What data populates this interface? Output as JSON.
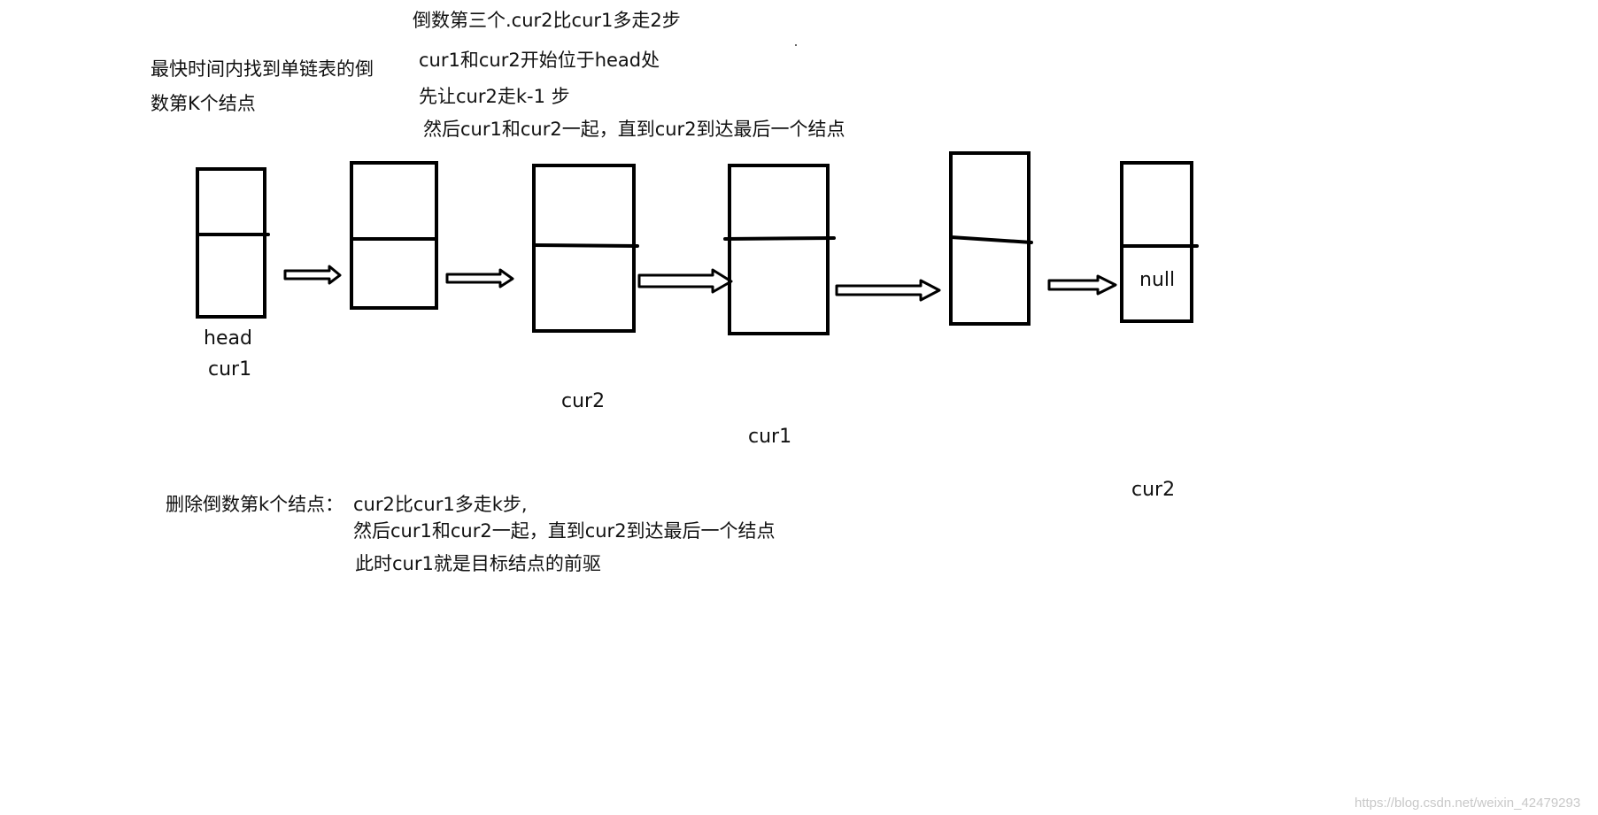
{
  "top_notes": {
    "line1": "倒数第三个.cur2比cur1多走2步",
    "line2": "cur1和cur2开始位于head处",
    "line3": "先让cur2走k-1 步",
    "line4": "然后cur1和cur2一起，直到cur2到达最后一个结点"
  },
  "left_note": {
    "line1": "最快时间内找到单链表的倒",
    "line2": "数第K个结点"
  },
  "node_labels": {
    "head": "head",
    "cur1_start": "cur1",
    "cur2_mid": "cur2",
    "cur1_mid": "cur1",
    "null": "null",
    "cur2_end": "cur2"
  },
  "bottom_note": {
    "title": "删除倒数第k个结点：",
    "line1": "cur2比cur1多走k步,",
    "line2": "然后cur1和cur2一起，直到cur2到达最后一个结点",
    "line3": "此时cur1就是目标结点的前驱"
  },
  "watermark": "https://blog.csdn.net/weixin_42479293"
}
